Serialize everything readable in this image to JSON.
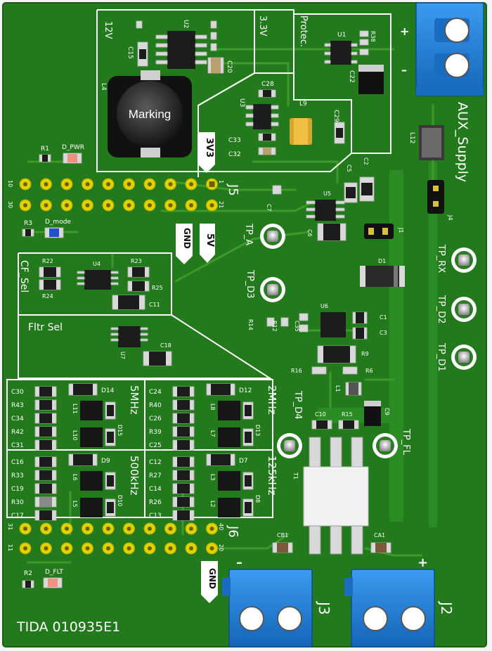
{
  "board": {
    "title": "TIDA 010935E1",
    "colors": {
      "pcb": "#237a1d",
      "pcb_light": "#2f8f27",
      "silkscreen": "#ffffff",
      "terminal": "#1f7fd6",
      "pad": "#d9d9d9",
      "header": "#e0d200"
    }
  },
  "regions": {
    "power": {
      "v12": "12V",
      "v33": "3.3V",
      "protec": "Protec.",
      "inductor_marking": "Marking",
      "badge_3v3": "3V3"
    },
    "cf_sel": "CF_Sel",
    "fltr_sel": "Fltr Sel",
    "filters": [
      "5MHz",
      "2MHz",
      "500kHz",
      "125kHz"
    ]
  },
  "connectors": {
    "aux": {
      "name": "AUX_Supply",
      "plus": "+",
      "minus": "–"
    },
    "j2": {
      "name": "J2",
      "plus": "+"
    },
    "j3": {
      "name": "J3",
      "minus": "–"
    },
    "j1": "J1",
    "j4": "J4",
    "j5": {
      "name": "J5",
      "pin_left_top": "10",
      "pin_left_bottom": "30",
      "pin_right_top": "1",
      "pin_right_bottom": "21"
    },
    "j6": {
      "name": "J6",
      "pin_left_top": "31",
      "pin_left_bottom": "11",
      "pin_right_top": "40",
      "pin_right_bottom": "20"
    }
  },
  "badges": {
    "gnd_top": "GND",
    "v5": "5V",
    "gnd_bottom": "GND"
  },
  "testpoints": {
    "tp_a": "TP_A",
    "tp_d3": "TP_D3",
    "tp_d4": "TP_D4",
    "tp_fl": "TP_FL",
    "tp_rx": "TP_RX",
    "tp_d2": "TP_D2",
    "tp_d1": "TP_D1"
  },
  "labels": {
    "r1": "R1",
    "d_pwr": "D_PWR",
    "r3": "R3",
    "d_mode": "D_mode",
    "r2": "R2",
    "d_flt": "D_FLT",
    "u1": "U1",
    "u2": "U2",
    "u3": "U3",
    "u4": "U4",
    "u5": "U5",
    "u6": "U6",
    "u7": "U7",
    "l1": "L1",
    "l4": "L4",
    "l9": "L9",
    "l12": "L12",
    "t1": "T1",
    "d1": "D1",
    "c1": "C1",
    "c2": "C2",
    "c3": "C3",
    "c5": "C5",
    "c6": "C6",
    "c7": "C7",
    "c9": "C9",
    "c10": "C10",
    "c11": "C11",
    "c15": "C15",
    "c18": "C18",
    "c20": "C20",
    "c22": "C22",
    "c28": "C28",
    "c29": "C29",
    "c32": "C32",
    "c33": "C33",
    "c35": "C35",
    "r6": "R6",
    "r9": "R9",
    "r12": "R12",
    "r14": "R14",
    "r15": "R15",
    "r16": "R16",
    "r22": "R22",
    "r23": "R23",
    "r24": "R24",
    "r25": "R25",
    "r38": "R38",
    "ca1": "CA1",
    "cb1": "CB1",
    "f5_left": [
      "C30",
      "R43",
      "C34",
      "R42",
      "C31"
    ],
    "f5_parts": [
      "D14",
      "L11",
      "L10",
      "D15"
    ],
    "f2_left": [
      "C24",
      "R40",
      "C26",
      "R39",
      "C25"
    ],
    "f2_parts": [
      "D12",
      "L8",
      "L7",
      "D13"
    ],
    "f500_left": [
      "C16",
      "R33",
      "C19",
      "R30",
      "C17"
    ],
    "f500_parts": [
      "D9",
      "L6",
      "L5",
      "D10"
    ],
    "f125_left": [
      "C12",
      "R27",
      "C14",
      "R26",
      "C13"
    ],
    "f125_parts": [
      "D7",
      "L3",
      "L2",
      "D8"
    ]
  }
}
